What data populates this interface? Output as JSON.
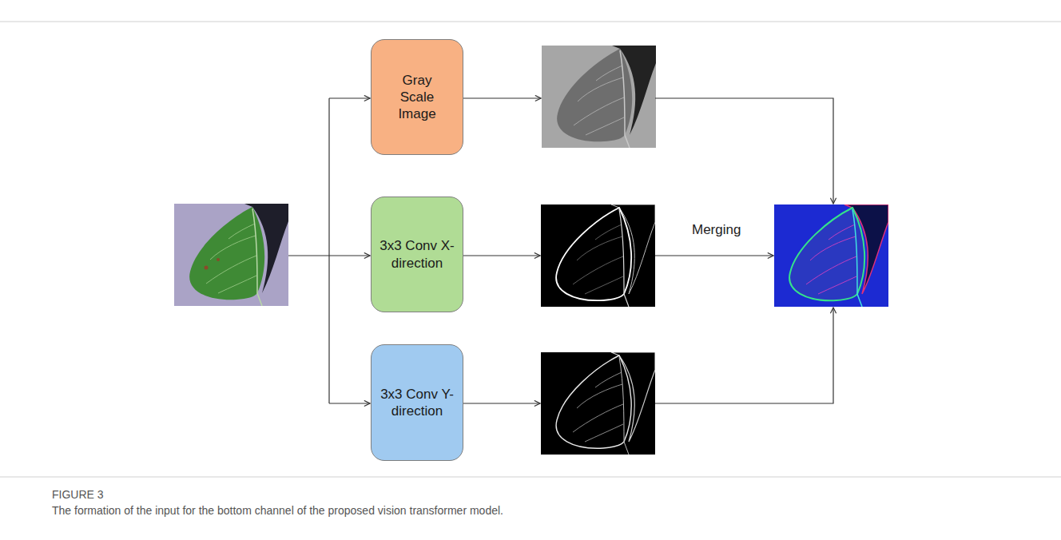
{
  "diagram": {
    "caption": "The formation of the input for the bottom channel of the proposed vision transformer model.",
    "nodes": [
      {
        "text": [
          "Gray Scale Image"
        ]
      },
      {
        "text": [
          "3x3 Conv X-direction"
        ]
      },
      {
        "text": [
          "3x3 Conv Y-direction"
        ]
      }
    ],
    "labels": [
      "Merging",
      "FIGURE 3"
    ]
  }
}
